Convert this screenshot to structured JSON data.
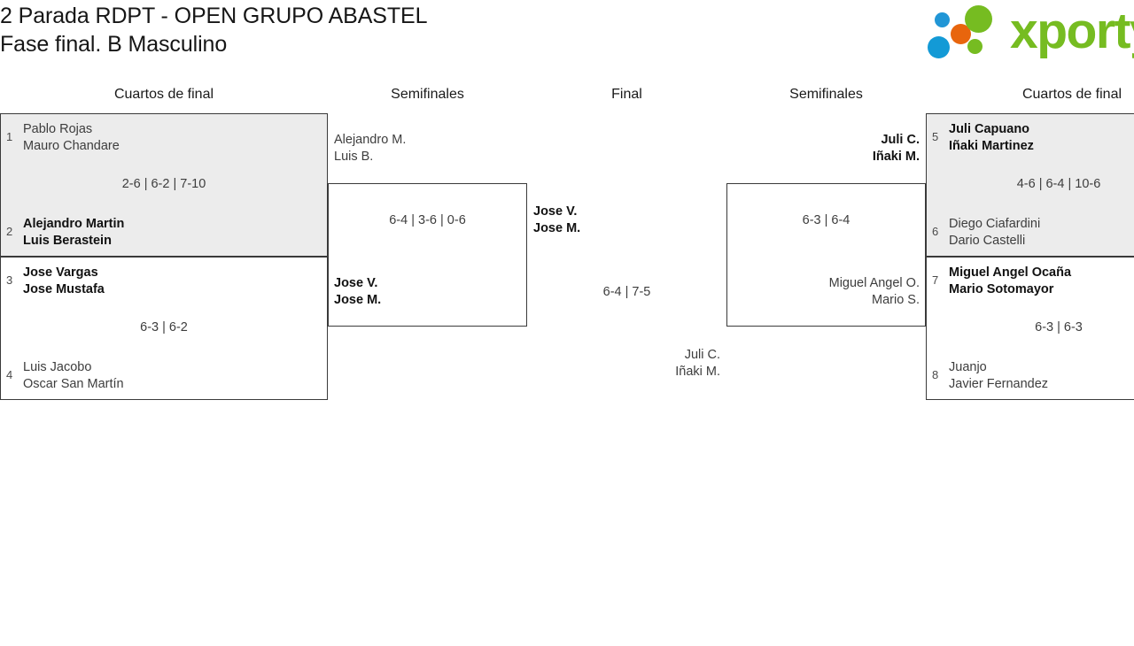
{
  "header": {
    "title_line1": "2 Parada RDPT - OPEN GRUPO ABASTEL",
    "title_line2": "Fase final. B Masculino"
  },
  "brand": {
    "name": "xporty",
    "colors": {
      "green": "#76bc21",
      "blue": "#139ad6",
      "orange": "#e8650d"
    }
  },
  "rounds": {
    "left_quarters": "Cuartos de final",
    "left_semis": "Semifinales",
    "final": "Final",
    "right_semis": "Semifinales",
    "right_quarters": "Cuartos de final"
  },
  "bracket": {
    "left_quarterfinals": [
      {
        "score": "2-6 | 6-2 | 7-10",
        "top": {
          "seed": "1",
          "player1": "Pablo Rojas",
          "player2": "Mauro Chandare",
          "result": "loser"
        },
        "bottom": {
          "seed": "2",
          "player1": "Alejandro Martin",
          "player2": "Luis Berastein",
          "result": "winner"
        }
      },
      {
        "score": "6-3 | 6-2",
        "top": {
          "seed": "3",
          "player1": "Jose Vargas",
          "player2": "Jose Mustafa",
          "result": "winner"
        },
        "bottom": {
          "seed": "4",
          "player1": "Luis Jacobo",
          "player2": "Oscar San Martín",
          "result": "loser"
        }
      }
    ],
    "left_semifinal": {
      "score": "6-4 | 3-6 | 0-6",
      "top": {
        "player1": "Alejandro M.",
        "player2": "Luis B.",
        "result": "loser"
      },
      "bottom": {
        "player1": "Jose V.",
        "player2": "Jose M.",
        "result": "winner"
      }
    },
    "final_match": {
      "score": "6-4 | 7-5",
      "top": {
        "player1": "Jose V.",
        "player2": "Jose M.",
        "result": "winner"
      },
      "bottom": {
        "player1": "Juli C.",
        "player2": "Iñaki M.",
        "result": "loser"
      }
    },
    "right_semifinal": {
      "score": "6-3 | 6-4",
      "top": {
        "player1": "Juli C.",
        "player2": "Iñaki M.",
        "result": "winner"
      },
      "bottom": {
        "player1": "Miguel Angel O.",
        "player2": "Mario S.",
        "result": "loser"
      }
    },
    "right_quarterfinals": [
      {
        "score": "4-6 | 6-4 | 10-6",
        "top": {
          "seed": "5",
          "player1": "Juli Capuano",
          "player2": "Iñaki Martinez",
          "result": "winner"
        },
        "bottom": {
          "seed": "6",
          "player1": "Diego Ciafardini",
          "player2": "Dario Castelli",
          "result": "loser"
        }
      },
      {
        "score": "6-3 | 6-3",
        "top": {
          "seed": "7",
          "player1": "Miguel Angel Ocaña",
          "player2": "Mario Sotomayor",
          "result": "winner"
        },
        "bottom": {
          "seed": "8",
          "player1": "Juanjo",
          "player2": "Javier Fernandez",
          "result": "loser"
        }
      }
    ]
  }
}
